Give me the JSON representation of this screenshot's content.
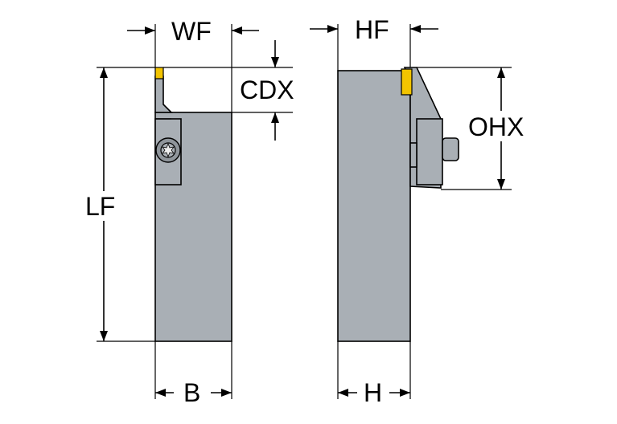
{
  "labels": {
    "wf": "WF",
    "cdx": "CDX",
    "lf": "LF",
    "b": "B",
    "hf": "HF",
    "ohx": "OHX",
    "h": "H"
  },
  "icons": {
    "torx_screw": "torx-screw-icon"
  },
  "colors": {
    "body": "#a9afb5",
    "insert": "#f3c400",
    "line": "#000000",
    "background": "#ffffff"
  }
}
